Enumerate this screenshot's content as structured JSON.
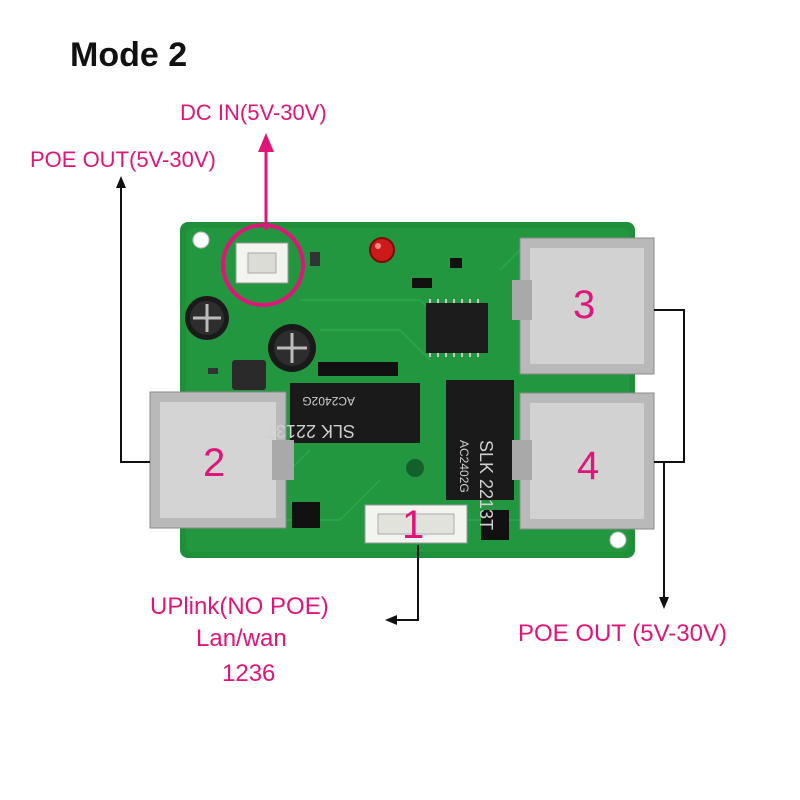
{
  "title": "Mode 2",
  "labels": {
    "dc_in": "DC IN(5V-30V)",
    "poe_out_left": "POE OUT(5V-30V)",
    "uplink": "UPlink(NO POE)",
    "lan_wan": "Lan/wan",
    "pins": "1236",
    "poe_out_right": "POE OUT (5V-30V)"
  },
  "ports": [
    "1",
    "2",
    "3",
    "4"
  ],
  "chips": {
    "left_line1": "SLK 2213T",
    "left_line2": "AC2402G",
    "right_line1": "SLK 2213T",
    "right_line2": "AC2402G"
  },
  "colors": {
    "accent": "#e0157a",
    "board": "#1f8f3a",
    "board_dark": "#17702d",
    "port_metal": "#b9b9b9"
  }
}
